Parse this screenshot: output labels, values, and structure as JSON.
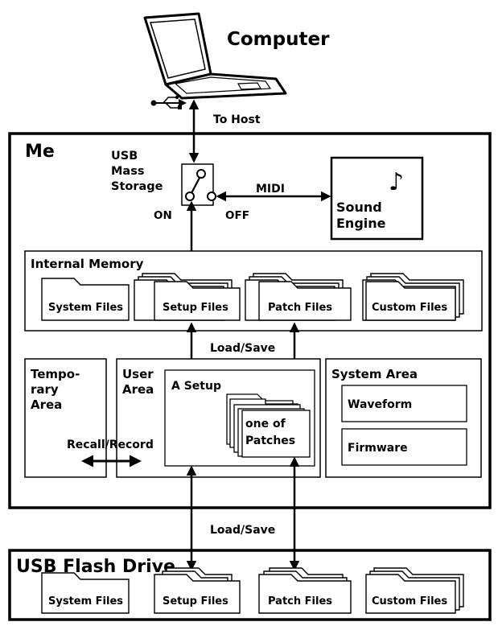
{
  "computer": {
    "label": "Computer"
  },
  "usb_link": {
    "label": "To Host"
  },
  "device": {
    "label": "Me"
  },
  "usb_switch": {
    "label_lines": [
      "USB",
      "Mass",
      "Storage"
    ],
    "on": "ON",
    "off": "OFF"
  },
  "midi": {
    "label": "MIDI"
  },
  "sound_engine": {
    "label_lines": [
      "Sound",
      "Engine"
    ],
    "glyph": "♪"
  },
  "internal_memory": {
    "title": "Internal Memory",
    "folders": [
      "System Files",
      "Setup Files",
      "Patch Files",
      "Custom Files"
    ]
  },
  "load_save_upper": "Load/Save",
  "temporary_area": {
    "title_lines": [
      "Tempo-",
      "rary",
      "Area"
    ],
    "recall_record": "Recall/Record"
  },
  "user_area": {
    "title_lines": [
      "User",
      "Area"
    ],
    "setup": "A Setup",
    "patch_lines": [
      "one of",
      "Patches"
    ]
  },
  "system_area": {
    "title": "System Area",
    "items": [
      "Waveform",
      "Firmware"
    ]
  },
  "load_save_lower": "Load/Save",
  "usb_flash_drive": {
    "title": "USB Flash Drive",
    "folders": [
      "System Files",
      "Setup Files",
      "Patch Files",
      "Custom Files"
    ]
  }
}
